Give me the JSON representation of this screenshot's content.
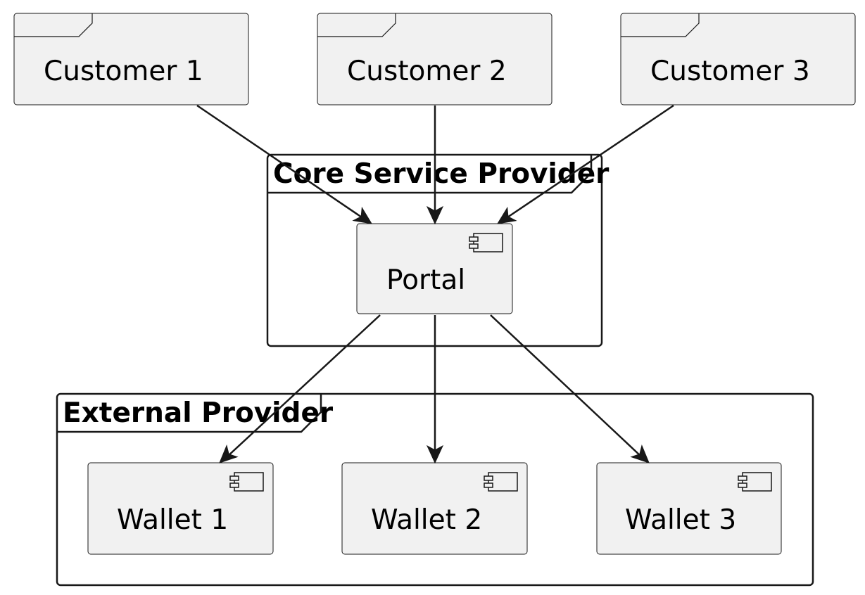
{
  "customers": [
    {
      "label": "Customer 1"
    },
    {
      "label": "Customer 2"
    },
    {
      "label": "Customer 3"
    }
  ],
  "core_frame": {
    "label": "Core Service Provider"
  },
  "portal": {
    "label": "Portal",
    "icon": "component-icon"
  },
  "external_frame": {
    "label": "External Provider"
  },
  "wallets": [
    {
      "label": "Wallet 1",
      "icon": "component-icon"
    },
    {
      "label": "Wallet 2",
      "icon": "component-icon"
    },
    {
      "label": "Wallet 3",
      "icon": "component-icon"
    }
  ],
  "edges": [
    {
      "from": "Customer 1",
      "to": "Portal"
    },
    {
      "from": "Customer 2",
      "to": "Portal"
    },
    {
      "from": "Customer 3",
      "to": "Portal"
    },
    {
      "from": "Portal",
      "to": "Wallet 1"
    },
    {
      "from": "Portal",
      "to": "Wallet 2"
    },
    {
      "from": "Portal",
      "to": "Wallet 3"
    }
  ]
}
